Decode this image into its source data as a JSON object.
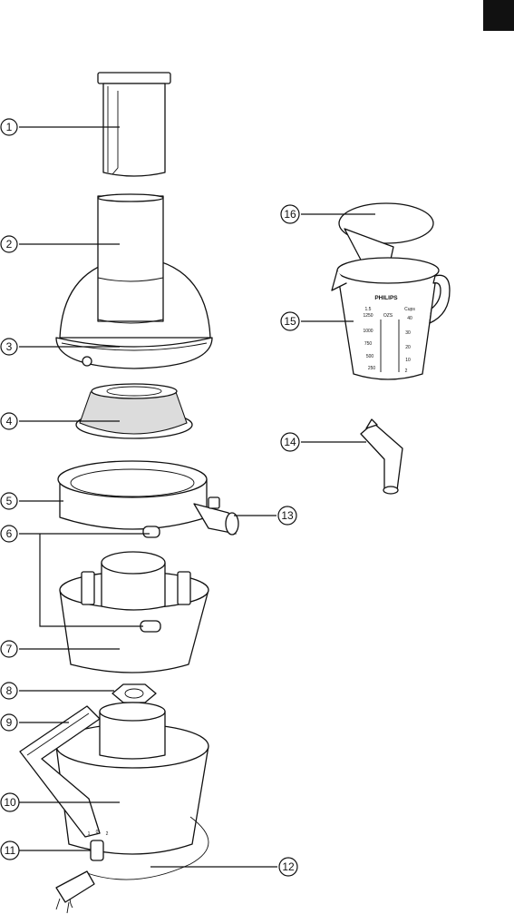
{
  "corner_tab_color": "#111111",
  "parts": [
    {
      "number": "1"
    },
    {
      "number": "2"
    },
    {
      "number": "3"
    },
    {
      "number": "4"
    },
    {
      "number": "5"
    },
    {
      "number": "6"
    },
    {
      "number": "7"
    },
    {
      "number": "8"
    },
    {
      "number": "9"
    },
    {
      "number": "10"
    },
    {
      "number": "11"
    },
    {
      "number": "12"
    },
    {
      "number": "13"
    },
    {
      "number": "14"
    },
    {
      "number": "15"
    },
    {
      "number": "16"
    }
  ],
  "jug": {
    "brand": "PHILIPS",
    "scale_left": [
      "1.5",
      "1250",
      "1000",
      "750",
      "500",
      "250"
    ],
    "scale_mid": "OZS",
    "scale_right": [
      "Cups",
      "40",
      "30",
      "20",
      "10",
      "2"
    ]
  },
  "switch_labels": [
    "1",
    "0",
    "2"
  ]
}
